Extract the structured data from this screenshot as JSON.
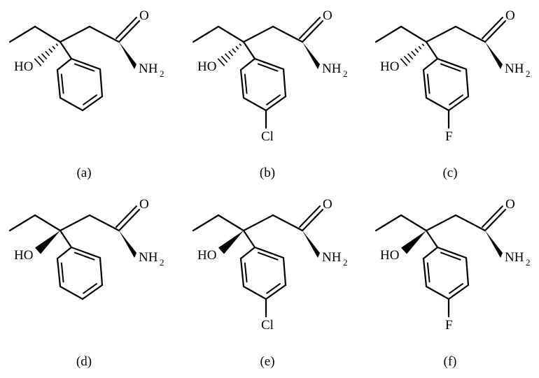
{
  "structures": [
    {
      "caption": "(a)",
      "substituent": "",
      "stereo": "hash"
    },
    {
      "caption": "(b)",
      "substituent": "Cl",
      "stereo": "hash"
    },
    {
      "caption": "(c)",
      "substituent": "F",
      "stereo": "hash"
    },
    {
      "caption": "(d)",
      "substituent": "",
      "stereo": "wedge"
    },
    {
      "caption": "(e)",
      "substituent": "Cl",
      "stereo": "wedge"
    },
    {
      "caption": "(f)",
      "substituent": "F",
      "stereo": "wedge"
    }
  ],
  "labels": {
    "oxygen": "O",
    "hydroxyl": "HO",
    "amide_n": "NH",
    "amide_sub": "2"
  }
}
